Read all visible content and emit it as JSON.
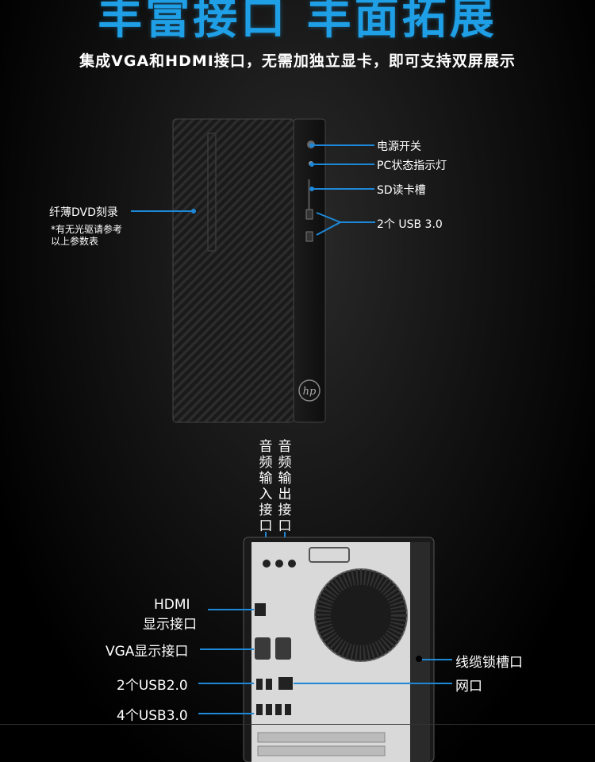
{
  "headline": "丰富接口 丰面拓展",
  "subtitle": "集成VGA和HDMI接口，无需加独立显卡，即可支持双屏展示",
  "brand_logo": "hp",
  "front_labels": {
    "power_switch": "电源开关",
    "pc_status_light": "PC状态指示灯",
    "sd_slot": "SD读卡槽",
    "usb30": "2个 USB 3.0",
    "dvd": "纤薄DVD刻录",
    "dvd_note_line1": "*有无光驱请参考",
    "dvd_note_line2": "以上参数表"
  },
  "rear_labels": {
    "audio_in": "音频输入接口",
    "audio_out": "音频输出接口",
    "hdmi_line1": "HDMI",
    "hdmi_line2": "显示接口",
    "vga": "VGA显示接口",
    "usb20": "2个USB2.0",
    "usb30": "4个USB3.0",
    "cable_lock": "线缆锁槽口",
    "network": "网口"
  },
  "colors": {
    "accent": "#1e88d8",
    "headline": "#1f9fe6",
    "chassis": "#141414"
  }
}
